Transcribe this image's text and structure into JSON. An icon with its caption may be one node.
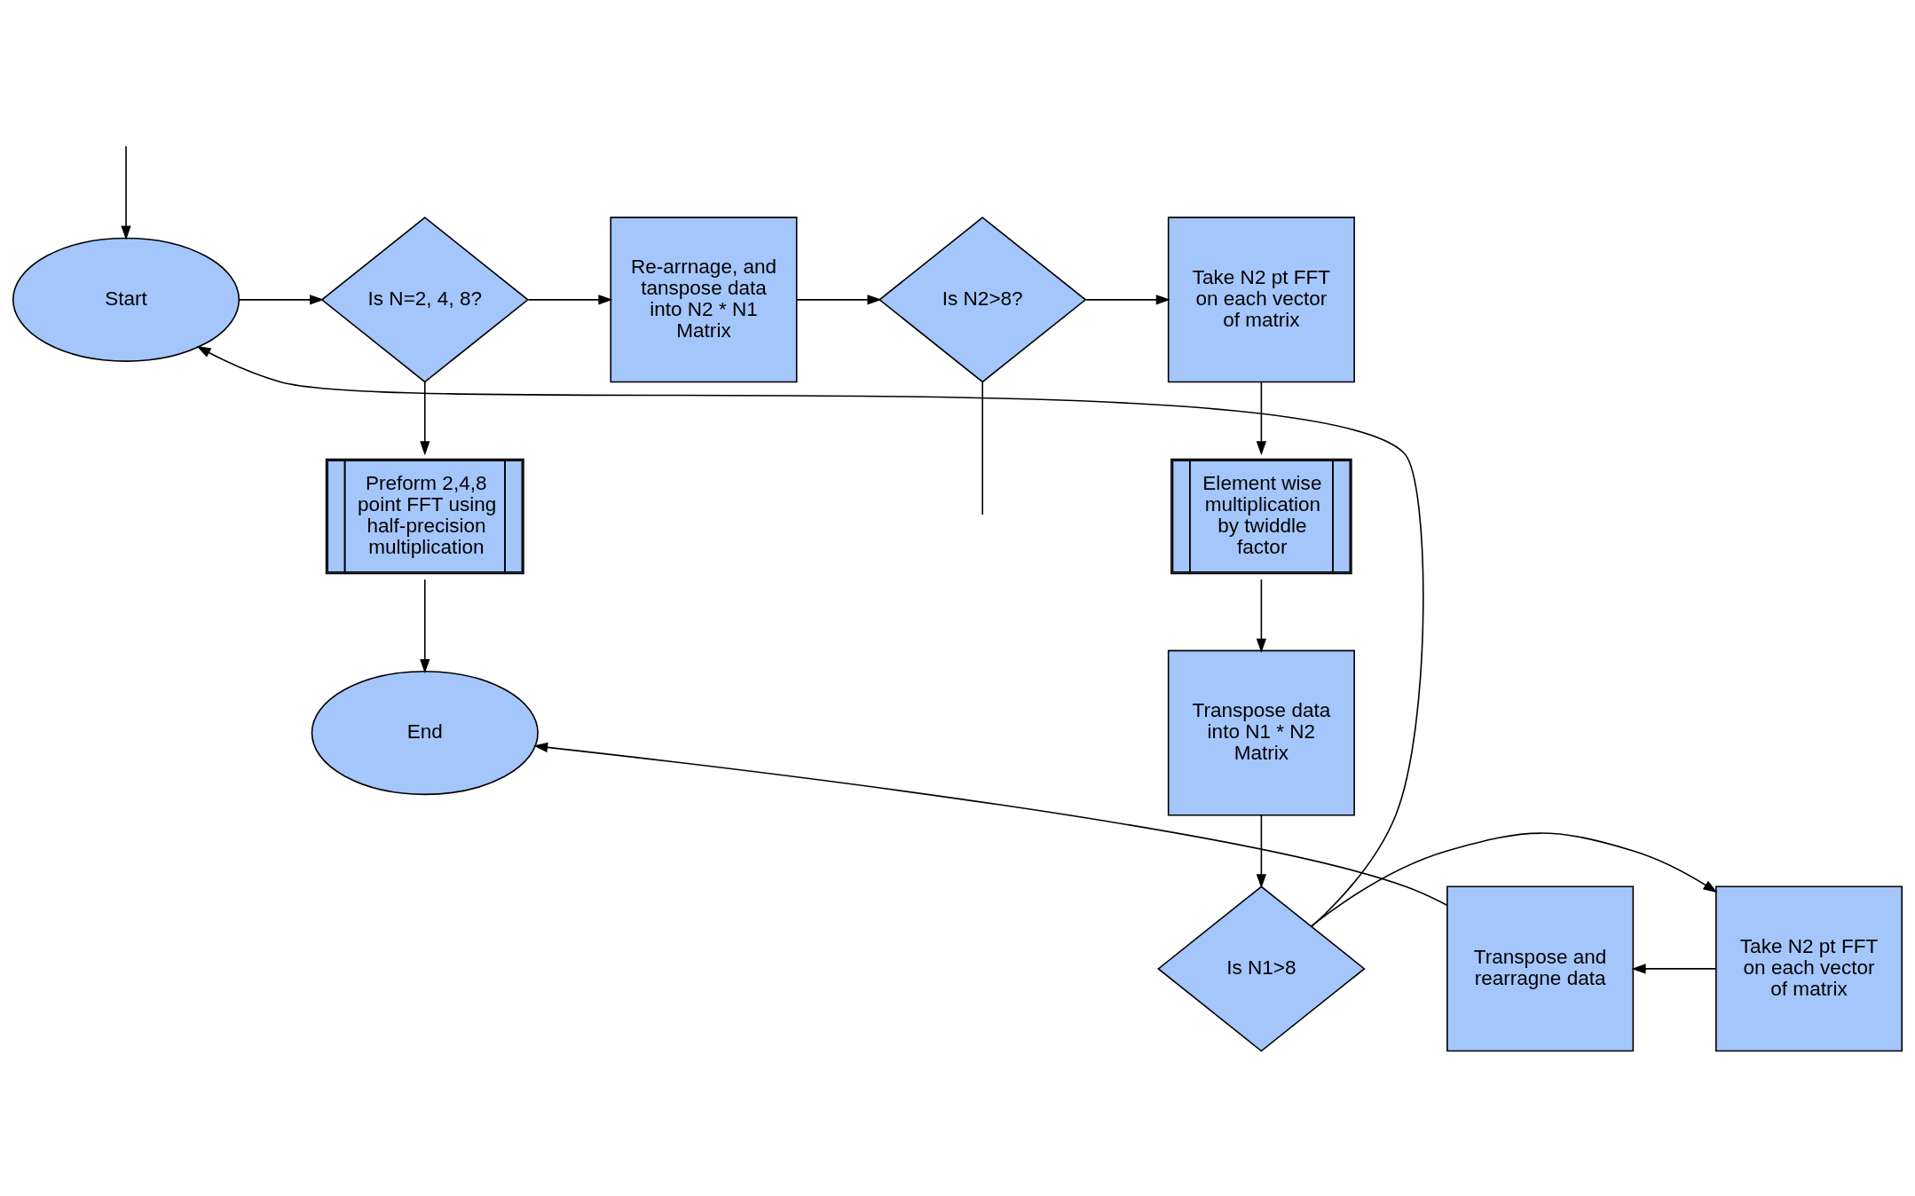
{
  "diagram": {
    "nodes": [
      {
        "text": [
          "Start"
        ]
      },
      {
        "text": [
          "Is N=2, 4, 8?"
        ]
      },
      {
        "text": [
          "Re-arrnage, and tanspose data into N2 * N1 Matrix"
        ]
      },
      {
        "text": [
          "Is N2>8?"
        ]
      },
      {
        "text": [
          "Take N2 pt FFT on each vector of matrix"
        ]
      },
      {
        "text": [
          "Preform 2,4,8 point FFT using half-precision multiplication"
        ]
      },
      {
        "text": [
          "Element wise multiplication by twiddle factor"
        ]
      },
      {
        "text": [
          "End"
        ]
      },
      {
        "text": [
          "Transpose data into N1 * N2 Matrix"
        ]
      },
      {
        "text": [
          "Transpose and rearragne data"
        ]
      },
      {
        "text": [
          "Take N2 pt FFT on each vector of matrix"
        ]
      },
      {
        "text": [
          "Is N1>8"
        ]
      }
    ],
    "edges": [
      {
        "from": null,
        "to": 0,
        "arrow": "to"
      },
      {
        "from": 0,
        "to": 1,
        "arrow": "to"
      },
      {
        "from": 1,
        "to": 2,
        "arrow": "to"
      },
      {
        "from": 1,
        "to": 5,
        "arrow": "to"
      },
      {
        "from": 5,
        "to": 7,
        "arrow": "to"
      },
      {
        "from": 2,
        "to": 3,
        "arrow": "to"
      },
      {
        "from": 3,
        "to": null,
        "arrow": "none"
      },
      {
        "from": 3,
        "to": 4,
        "arrow": "to"
      },
      {
        "from": 4,
        "to": 6,
        "arrow": "to"
      },
      {
        "from": 6,
        "to": 8,
        "arrow": "to"
      },
      {
        "from": 8,
        "to": 11,
        "arrow": "to"
      },
      {
        "from": 11,
        "to": 10,
        "arrow": "to"
      },
      {
        "from": 10,
        "to": 9,
        "arrow": "to"
      },
      {
        "from": 9,
        "to": 7,
        "arrow": "to"
      },
      {
        "from": 11,
        "to": 0,
        "arrow": "to"
      }
    ]
  }
}
